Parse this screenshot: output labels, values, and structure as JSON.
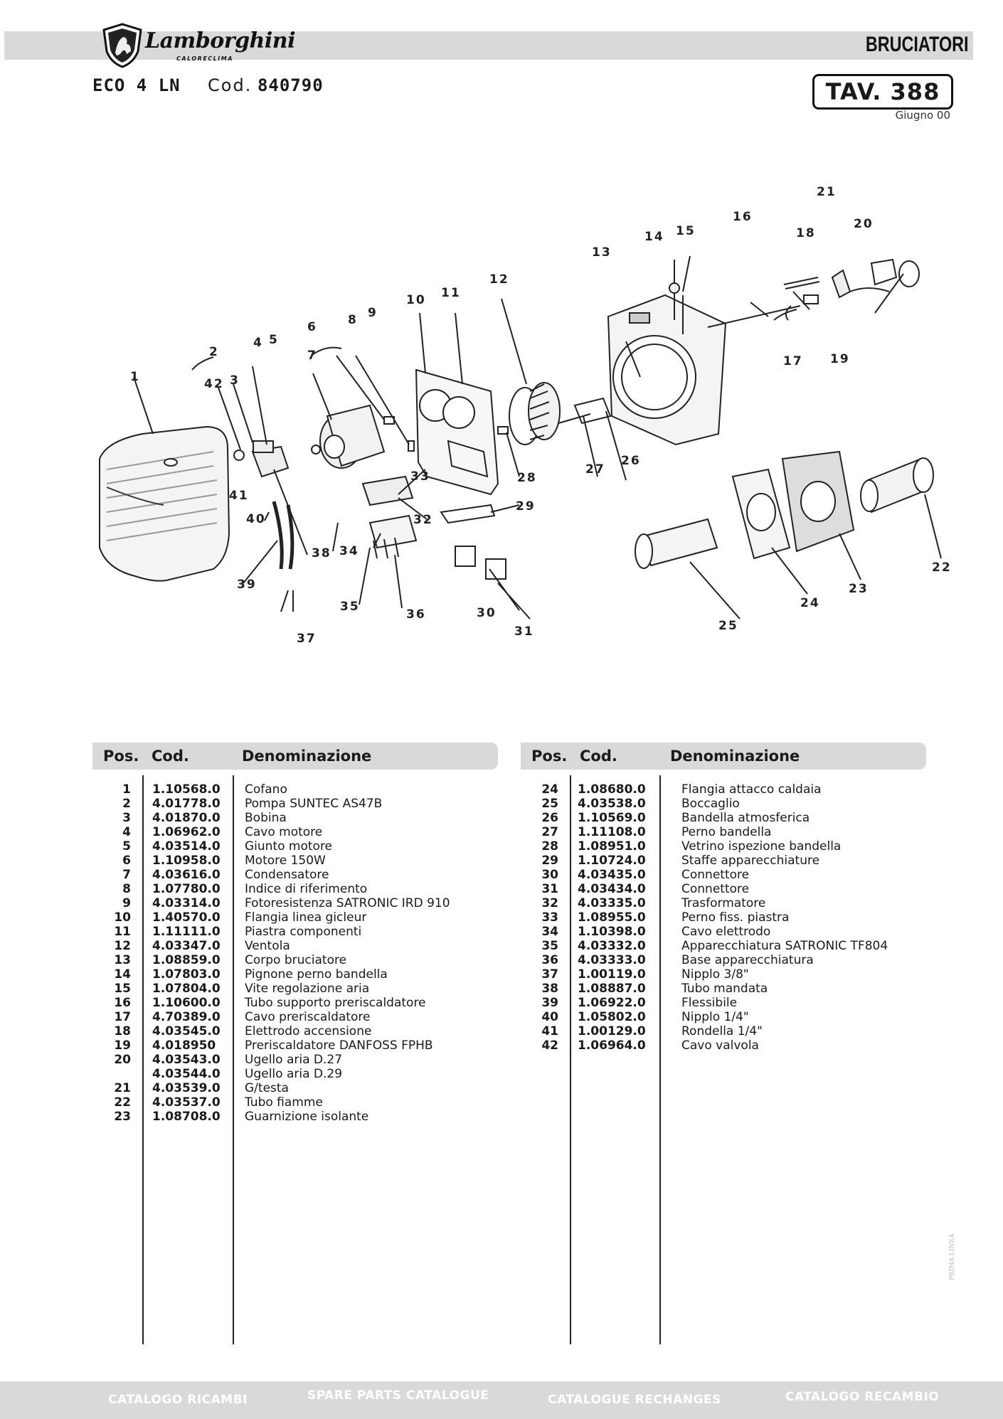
{
  "header": {
    "brand": "Lamborghini",
    "brand_sub": "CALORECLIMA",
    "section": "BRUCIATORI",
    "model": "ECO 4 LN",
    "code_label": "Cod.",
    "code_value": "840790",
    "tav": "TAV. 388",
    "date": "Giugno 00"
  },
  "diagram": {
    "callouts": [
      "1",
      "2",
      "42",
      "3",
      "4",
      "5",
      "6",
      "7",
      "8",
      "9",
      "10",
      "11",
      "12",
      "13",
      "14",
      "15",
      "16",
      "21",
      "18",
      "20",
      "17",
      "19",
      "22",
      "23",
      "24",
      "25",
      "26",
      "27",
      "28",
      "29",
      "30",
      "31",
      "32",
      "33",
      "34",
      "35",
      "36",
      "37",
      "38",
      "39",
      "40",
      "41"
    ]
  },
  "table": {
    "headers": {
      "pos": "Pos.",
      "cod": "Cod.",
      "den": "Denominazione"
    },
    "left": [
      {
        "pos": "1",
        "cod": "1.10568.0",
        "den": "Cofano"
      },
      {
        "pos": "2",
        "cod": "4.01778.0",
        "den": "Pompa SUNTEC AS47B"
      },
      {
        "pos": "3",
        "cod": "4.01870.0",
        "den": "Bobina"
      },
      {
        "pos": "4",
        "cod": "1.06962.0",
        "den": "Cavo motore"
      },
      {
        "pos": "5",
        "cod": "4.03514.0",
        "den": "Giunto motore"
      },
      {
        "pos": "6",
        "cod": "1.10958.0",
        "den": "Motore 150W"
      },
      {
        "pos": "7",
        "cod": "4.03616.0",
        "den": "Condensatore"
      },
      {
        "pos": "8",
        "cod": "1.07780.0",
        "den": "Indice di riferimento"
      },
      {
        "pos": "9",
        "cod": "4.03314.0",
        "den": "Fotoresistenza SATRONIC IRD 910"
      },
      {
        "pos": "10",
        "cod": "1.40570.0",
        "den": "Flangia linea gicleur"
      },
      {
        "pos": "11",
        "cod": "1.11111.0",
        "den": "Piastra componenti"
      },
      {
        "pos": "12",
        "cod": "4.03347.0",
        "den": "Ventola"
      },
      {
        "pos": "13",
        "cod": "1.08859.0",
        "den": "Corpo bruciatore"
      },
      {
        "pos": "14",
        "cod": "1.07803.0",
        "den": "Pignone perno bandella"
      },
      {
        "pos": "15",
        "cod": "1.07804.0",
        "den": "Vite regolazione aria"
      },
      {
        "pos": "16",
        "cod": "1.10600.0",
        "den": "Tubo supporto preriscaldatore"
      },
      {
        "pos": "17",
        "cod": "4.70389.0",
        "den": "Cavo preriscaldatore"
      },
      {
        "pos": "18",
        "cod": "4.03545.0",
        "den": "Elettrodo accensione"
      },
      {
        "pos": "19",
        "cod": "4.018950",
        "den": "Preriscaldatore DANFOSS FPHB"
      },
      {
        "pos": "20",
        "cod": "4.03543.0",
        "den": "Ugello aria D.27"
      },
      {
        "pos": "",
        "cod": "4.03544.0",
        "den": "Ugello aria D.29"
      },
      {
        "pos": "21",
        "cod": "4.03539.0",
        "den": "G/testa"
      },
      {
        "pos": "22",
        "cod": "4.03537.0",
        "den": "Tubo fiamme"
      },
      {
        "pos": "23",
        "cod": "1.08708.0",
        "den": "Guarnizione isolante"
      }
    ],
    "right": [
      {
        "pos": "24",
        "cod": "1.08680.0",
        "den": "Flangia attacco caldaia"
      },
      {
        "pos": "25",
        "cod": "4.03538.0",
        "den": "Boccaglio"
      },
      {
        "pos": "26",
        "cod": "1.10569.0",
        "den": "Bandella atmosferica"
      },
      {
        "pos": "27",
        "cod": "1.11108.0",
        "den": "Perno bandella"
      },
      {
        "pos": "28",
        "cod": "1.08951.0",
        "den": "Vetrino ispezione bandella"
      },
      {
        "pos": "29",
        "cod": "1.10724.0",
        "den": "Staffe apparecchiature"
      },
      {
        "pos": "30",
        "cod": "4.03435.0",
        "den": "Connettore"
      },
      {
        "pos": "31",
        "cod": "4.03434.0",
        "den": "Connettore"
      },
      {
        "pos": "32",
        "cod": "4.03335.0",
        "den": "Trasformatore"
      },
      {
        "pos": "33",
        "cod": "1.08955.0",
        "den": "Perno fiss. piastra"
      },
      {
        "pos": "34",
        "cod": "1.10398.0",
        "den": "Cavo elettrodo"
      },
      {
        "pos": "35",
        "cod": "4.03332.0",
        "den": "Apparecchiatura SATRONIC TF804"
      },
      {
        "pos": "36",
        "cod": "4.03333.0",
        "den": "Base apparecchiatura"
      },
      {
        "pos": "37",
        "cod": "1.00119.0",
        "den": "Nipplo 3/8\""
      },
      {
        "pos": "38",
        "cod": "1.08887.0",
        "den": "Tubo mandata"
      },
      {
        "pos": "39",
        "cod": "1.06922.0",
        "den": "Flessibile"
      },
      {
        "pos": "40",
        "cod": "1.05802.0",
        "den": "Nipplo 1/4\""
      },
      {
        "pos": "41",
        "cod": "1.00129.0",
        "den": "Rondella 1/4\""
      },
      {
        "pos": "42",
        "cod": "1.06964.0",
        "den": "Cavo valvola"
      }
    ]
  },
  "footer": {
    "items": [
      "CATALOGO RICAMBI",
      "SPARE PARTS CATALOGUE",
      "CATALOGUE RECHANGES",
      "CATALOGO RECAMBIO"
    ]
  },
  "watermark": "PRIMA LINEA"
}
